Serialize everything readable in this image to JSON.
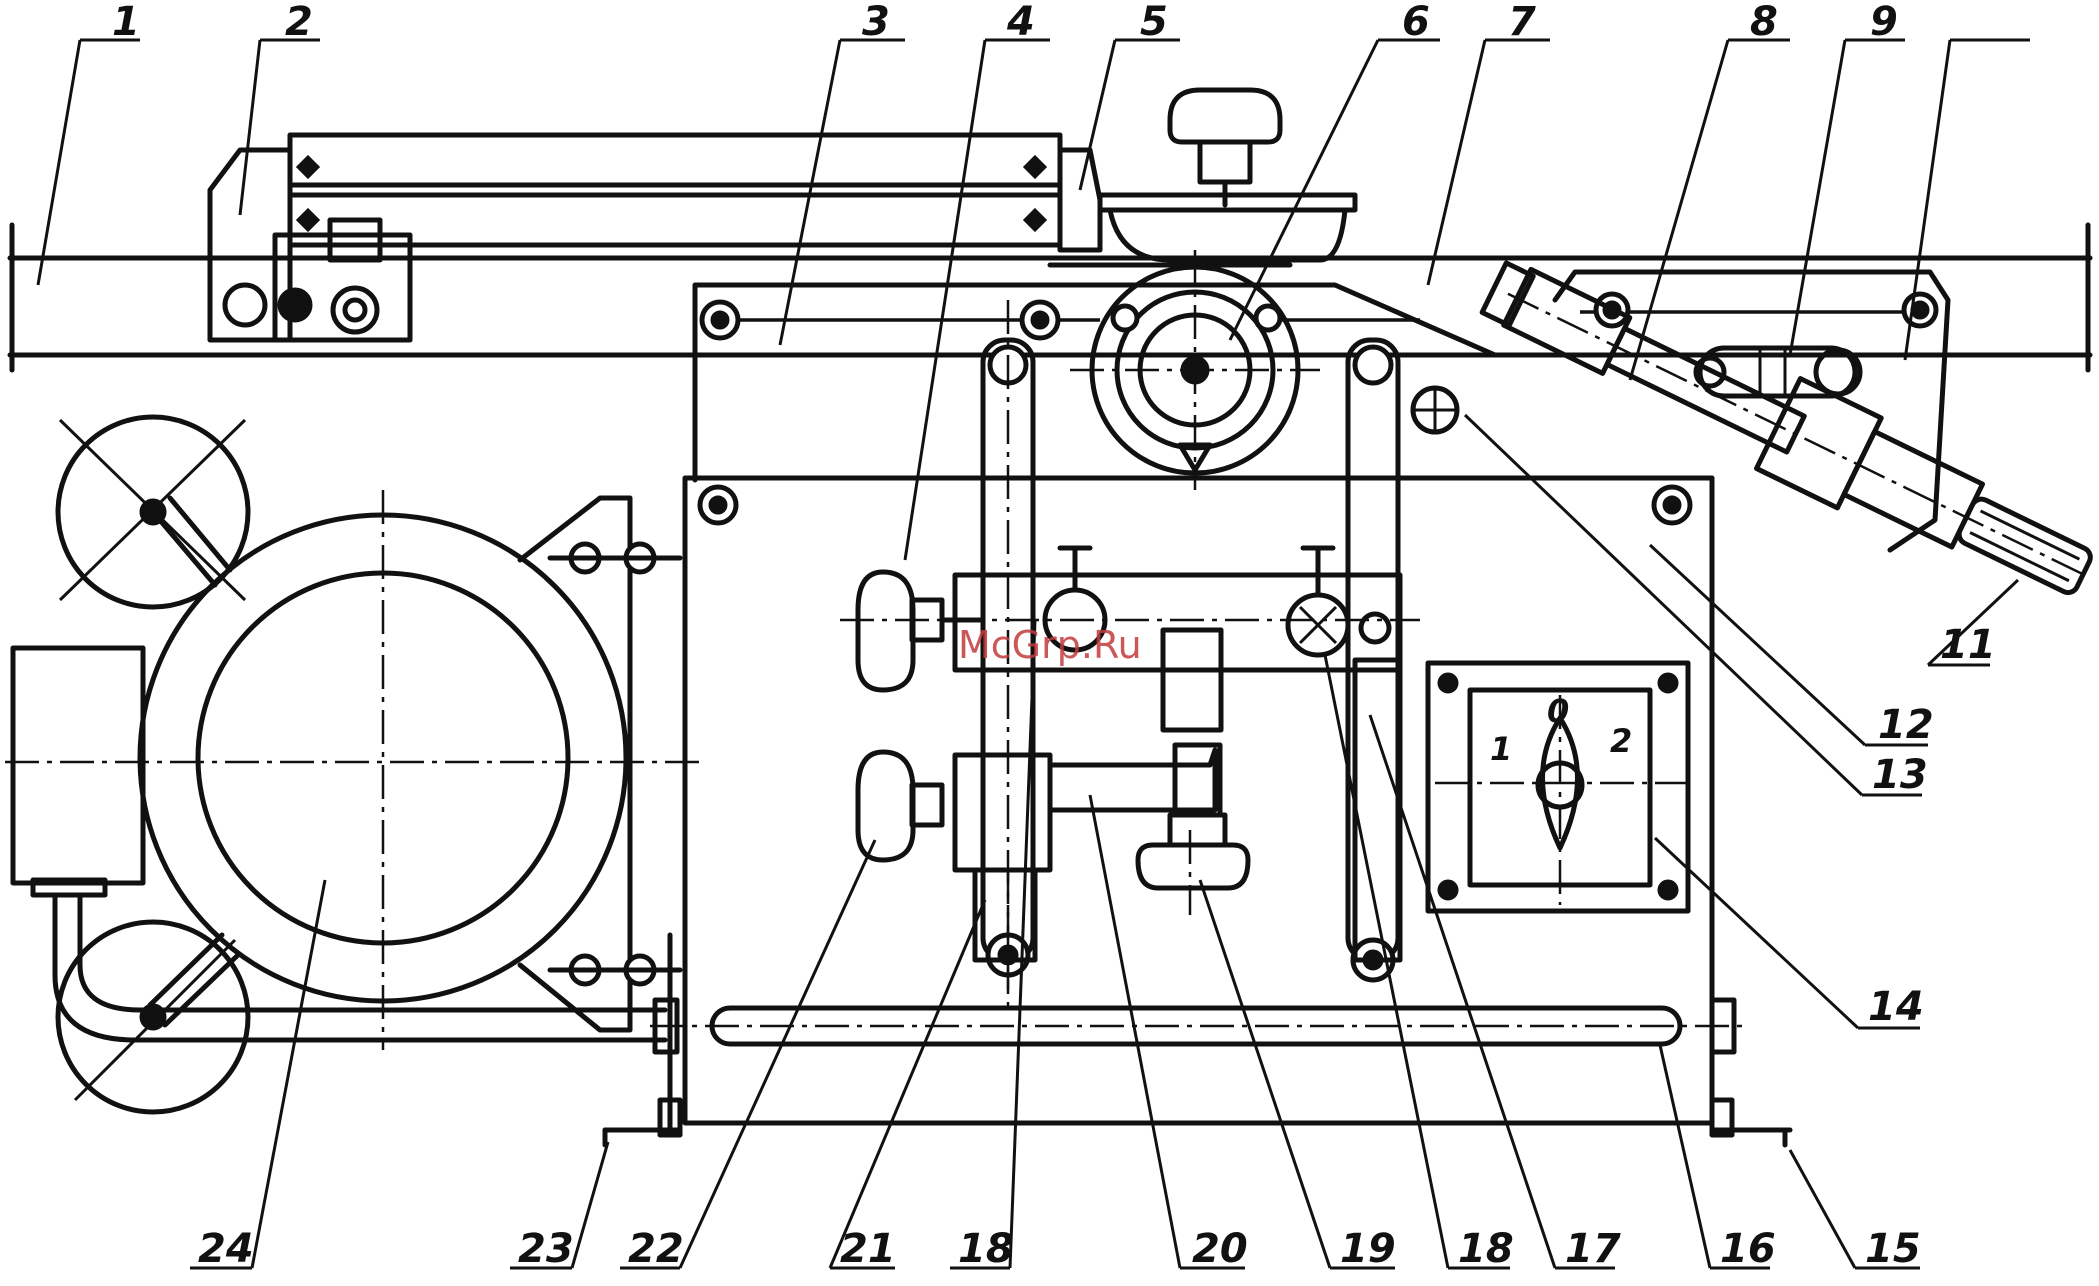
{
  "callouts": {
    "c1": "1",
    "c2": "2",
    "c3": "3",
    "c4": "4",
    "c5": "5",
    "c6": "6",
    "c7": "7",
    "c8": "8",
    "c9": "9",
    "c11": "11",
    "c12": "12",
    "c13": "13",
    "c14": "14",
    "c15": "15",
    "c16": "16",
    "c17": "17",
    "c18a": "18",
    "c18b": "18",
    "c19": "19",
    "c20": "20",
    "c21": "21",
    "c22": "22",
    "c23": "23",
    "c24": "24"
  },
  "switch_labels": {
    "left": "1",
    "center": "0",
    "right": "2"
  },
  "watermark": "McGrp.Ru"
}
